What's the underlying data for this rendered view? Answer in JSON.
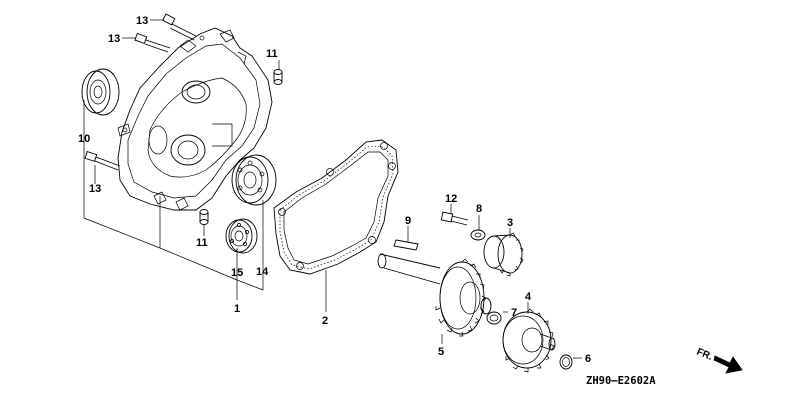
{
  "diagram": {
    "code": "ZH90—E2602A",
    "direction": "FR.",
    "callouts": {
      "p1": "1",
      "p2": "2",
      "p3": "3",
      "p4": "4",
      "p5": "5",
      "p6": "6",
      "p7": "7",
      "p8": "8",
      "p9": "9",
      "p10": "10",
      "p11a": "11",
      "p11b": "11",
      "p12": "12",
      "p13a": "13",
      "p13b": "13",
      "p13c": "13",
      "p14": "14",
      "p15": "15"
    }
  }
}
